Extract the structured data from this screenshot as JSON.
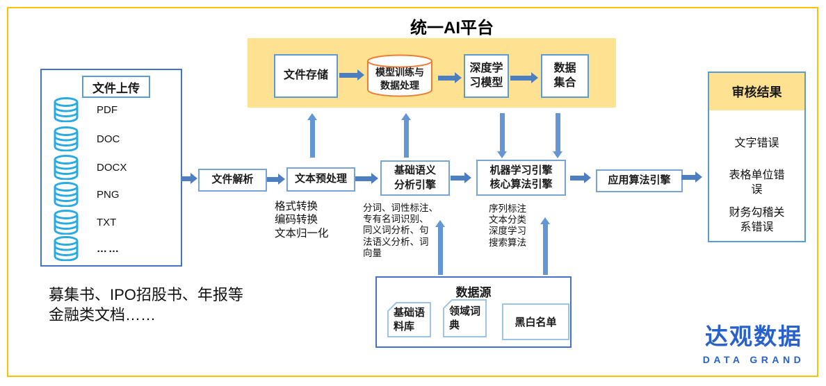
{
  "title": "统一AI平台",
  "banner": {
    "nodes": [
      {
        "label": "文件存储"
      },
      {
        "label": "模型训练与\n数据处理"
      },
      {
        "label": "深度学\n习模型"
      },
      {
        "label": "数据\n集合"
      }
    ]
  },
  "upload": {
    "title": "文件上传",
    "items": [
      "PDF",
      "DOC",
      "DOCX",
      "PNG",
      "TXT",
      "……"
    ]
  },
  "pipeline": {
    "parse": "文件解析",
    "preprocess": "文本预处理",
    "preprocess_notes": "格式转换\n编码转换\n文本归一化",
    "semantic": "基础语义\n分析引擎",
    "semantic_notes": "分词、词性标注、\n专有名词识别、\n同义词分析、句\n法语义分析、词\n向量",
    "ml": "机器学习引擎\n核心算法引擎",
    "ml_notes": "序列标注\n文本分类\n深度学习\n搜索算法",
    "apply": "应用算法引擎"
  },
  "datasource": {
    "title": "数据源",
    "cards": [
      "基础语\n料库",
      "领域词\n典",
      "黑白名单"
    ]
  },
  "result": {
    "title": "审核结果",
    "items": [
      "文字错误",
      "表格单位错误",
      "财务勾稽关系错误"
    ]
  },
  "caption": "募集书、IPO招股书、年报等\n金融类文档……",
  "logo": {
    "name": "达观数据",
    "subtitle": "DATA GRAND"
  },
  "colors": {
    "gold": "#FFC000",
    "banner_yellow": "#FFE192",
    "box_blue": "#5B9BD5",
    "panel_blue": "#4472C4",
    "engine_blue": "#76A3D9",
    "card_blue": "#9DC3E6",
    "arrow_blue": "#4D7EBF",
    "varrow_blue": "#6396D3",
    "cyan": "#29ABE2",
    "orange": "#ED7D31",
    "logo_blue": "#2761C9"
  }
}
